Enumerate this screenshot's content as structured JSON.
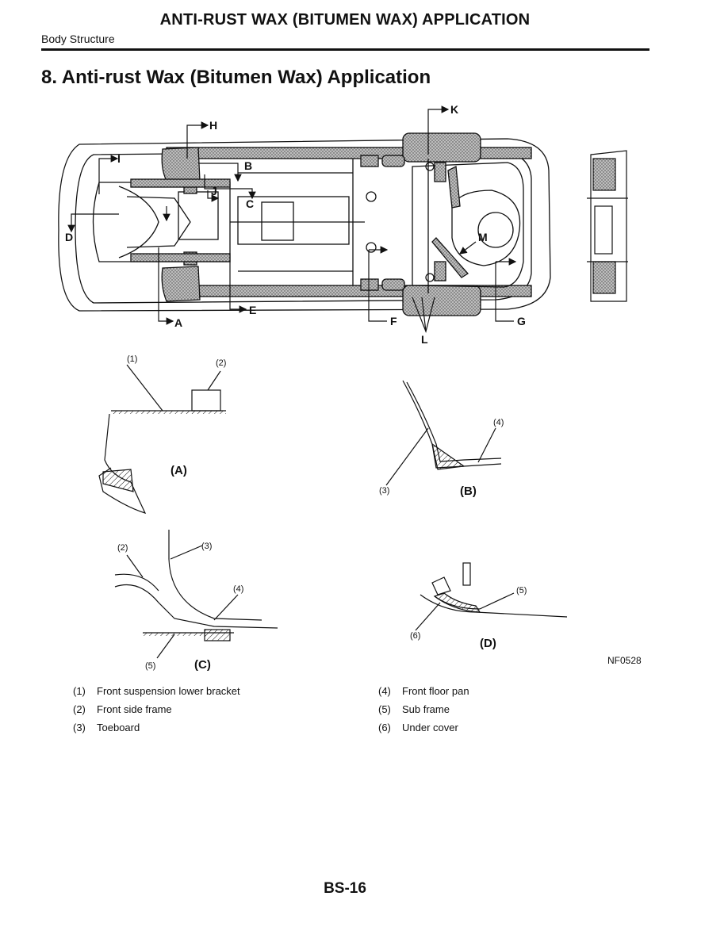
{
  "header": {
    "title": "ANTI-RUST WAX (BITUMEN WAX) APPLICATION",
    "section": "Body Structure"
  },
  "heading": "8. Anti-rust Wax (Bitumen Wax) Application",
  "figure": {
    "callouts": {
      "A": "A",
      "B": "B",
      "C": "C",
      "D": "D",
      "E": "E",
      "F": "F",
      "G": "G",
      "H": "H",
      "I": "I",
      "J": "J",
      "K": "K",
      "L": "L",
      "M": "M"
    },
    "details": {
      "A": "(A)",
      "B": "(B)",
      "C": "(C)",
      "D": "(D)"
    },
    "part_numbers": [
      "(1)",
      "(2)",
      "(3)",
      "(4)",
      "(5)",
      "(6)"
    ],
    "code": "NF0528"
  },
  "legend": [
    {
      "num": "(1)",
      "text": "Front suspension lower bracket"
    },
    {
      "num": "(2)",
      "text": "Front side frame"
    },
    {
      "num": "(3)",
      "text": "Toeboard"
    },
    {
      "num": "(4)",
      "text": "Front floor pan"
    },
    {
      "num": "(5)",
      "text": "Sub frame"
    },
    {
      "num": "(6)",
      "text": "Under cover"
    }
  ],
  "page_number": "BS-16"
}
